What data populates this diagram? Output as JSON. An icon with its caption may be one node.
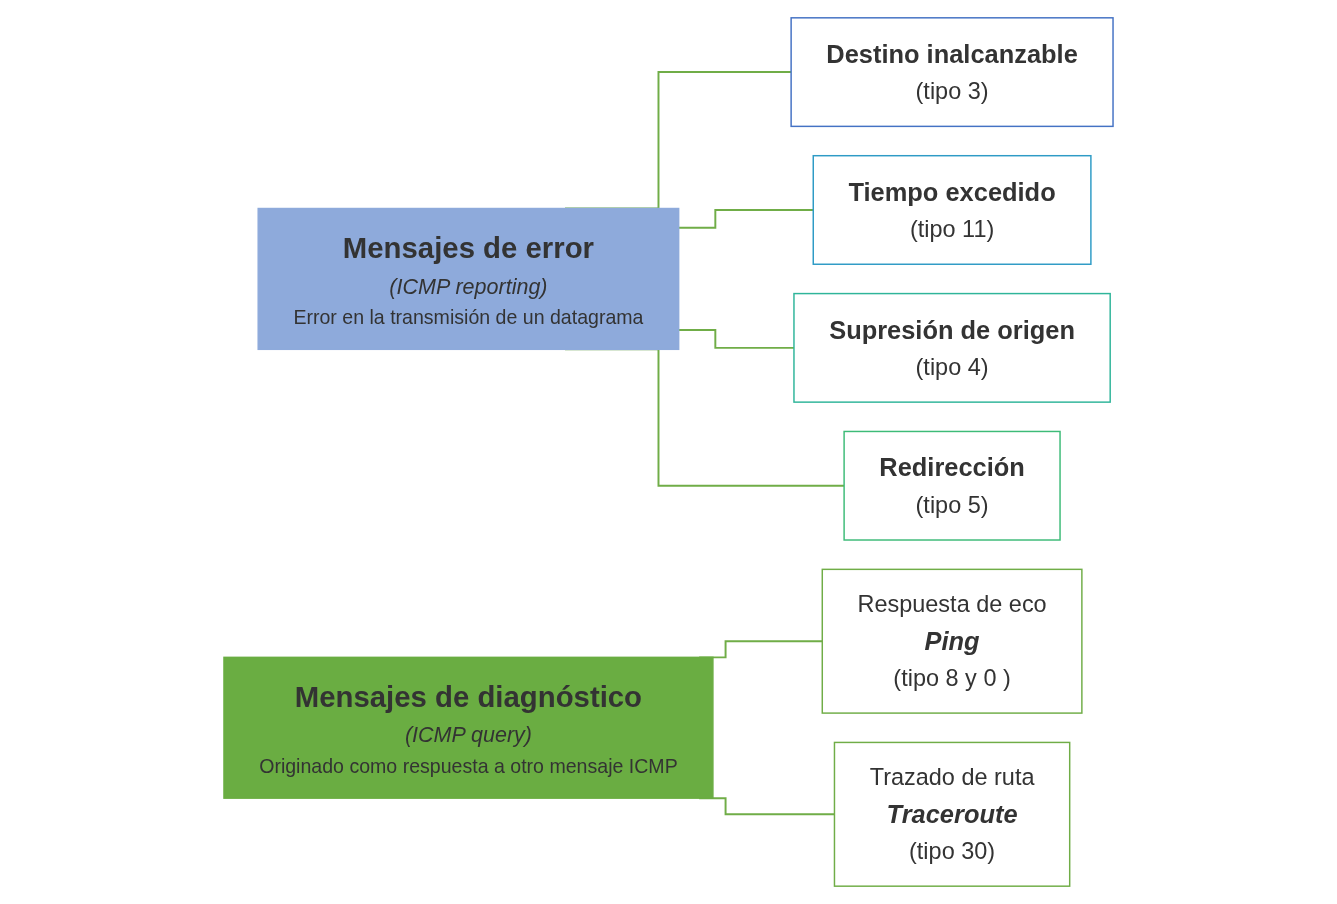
{
  "diagram": {
    "nodes": [
      {
        "text": [
          "Mensajes de error",
          "(ICMP reporting)",
          "Error en la transmisión de un datagrama"
        ]
      },
      {
        "text": [
          "Destino inalcanzable",
          "(tipo 3)"
        ]
      },
      {
        "text": [
          "Tiempo excedido",
          "(tipo 11)"
        ]
      },
      {
        "text": [
          "Supresión de origen",
          "(tipo 4)"
        ]
      },
      {
        "text": [
          "Redirección",
          "(tipo 5)"
        ]
      },
      {
        "text": [
          "Mensajes de diagnóstico",
          "(ICMP query)",
          "Originado como respuesta a otro mensaje ICMP"
        ]
      },
      {
        "text": [
          "Respuesta de eco",
          "Ping",
          "(tipo 8 y 0 )"
        ]
      },
      {
        "text": [
          "Trazado de ruta",
          "Traceroute",
          "(tipo 30)"
        ]
      }
    ],
    "edges": [
      {
        "from": 0,
        "to": 1,
        "arrow": "none"
      },
      {
        "from": 0,
        "to": 2,
        "arrow": "none"
      },
      {
        "from": 0,
        "to": 3,
        "arrow": "none"
      },
      {
        "from": 0,
        "to": 4,
        "arrow": "none"
      },
      {
        "from": 5,
        "to": 6,
        "arrow": "none"
      },
      {
        "from": 5,
        "to": 7,
        "arrow": "none"
      }
    ]
  }
}
